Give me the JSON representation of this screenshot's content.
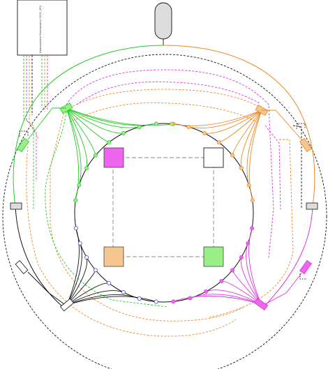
{
  "header_box": {
    "label": "Upasvojaakie Dhamayakhii 2021_2FQ"
  },
  "groups": {
    "green": {
      "color": "#22cc22",
      "fill": "#99ee88"
    },
    "orange": {
      "color": "#ee8822",
      "fill": "#f5c690"
    },
    "magenta": {
      "color": "#dd33dd",
      "fill": "#ee66ee"
    },
    "black": {
      "color": "#111111",
      "fill": "#ffffff"
    }
  },
  "center_blocks": [
    {
      "id": "top-left-block",
      "group": "magenta"
    },
    {
      "id": "top-right-block",
      "group": "black"
    },
    {
      "id": "bottom-left-block",
      "group": "orange"
    },
    {
      "id": "bottom-right-block",
      "group": "green"
    }
  ],
  "top_device": {
    "fill": "#dddddd"
  },
  "side_connectors": {
    "fill": "#dddddd"
  }
}
